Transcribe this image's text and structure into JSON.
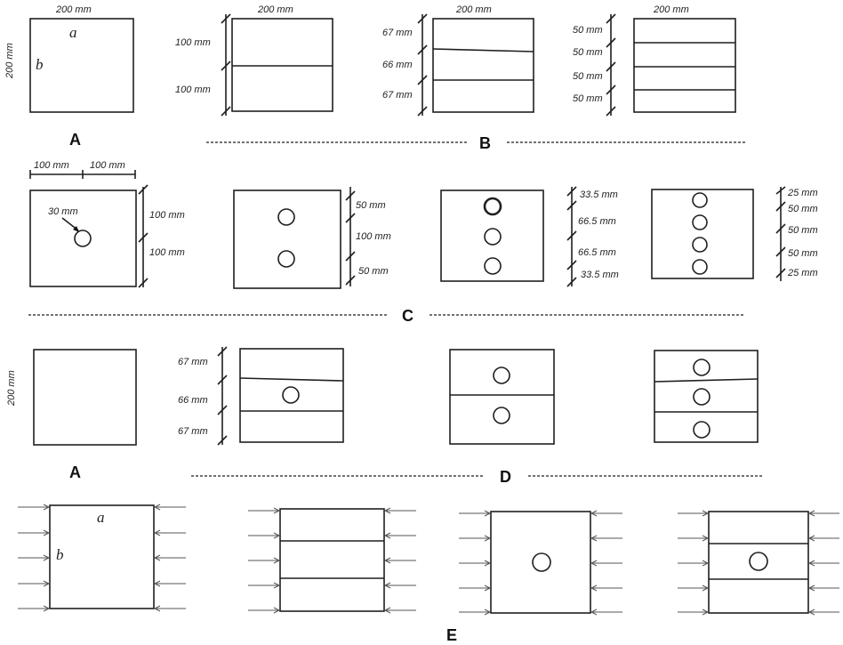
{
  "labels": {
    "A": "A",
    "B": "B",
    "C": "C",
    "D": "D",
    "E": "E",
    "side_a": "a",
    "side_b": "b"
  },
  "dimensions": {
    "d200": "200 mm",
    "d100": "100 mm",
    "d67": "67 mm",
    "d66": "66 mm",
    "d50": "50 mm",
    "d30": "30 mm",
    "d33_5": "33.5 mm",
    "d66_5": "66.5 mm",
    "d25": "25 mm"
  }
}
